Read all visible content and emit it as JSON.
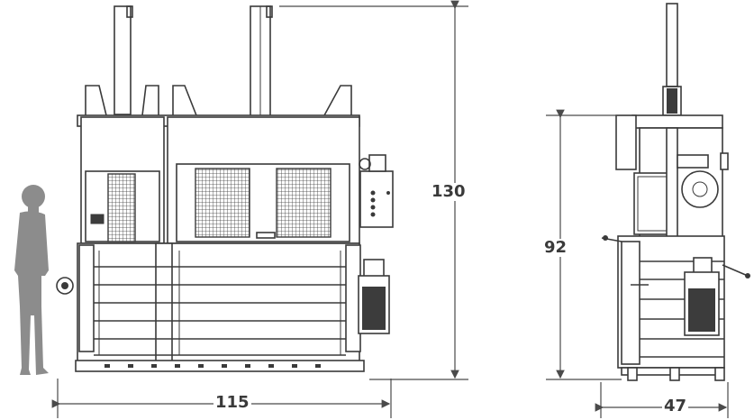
{
  "dimensions": {
    "width_front": "115",
    "height_front": "130",
    "height_side": "92",
    "depth_side": "47"
  },
  "colors": {
    "line": "#3a3a3a",
    "silhouette": "#8c8c8c",
    "background": "#ffffff"
  },
  "icons": [
    "person-silhouette",
    "handwheel-icon",
    "motor-icon"
  ]
}
